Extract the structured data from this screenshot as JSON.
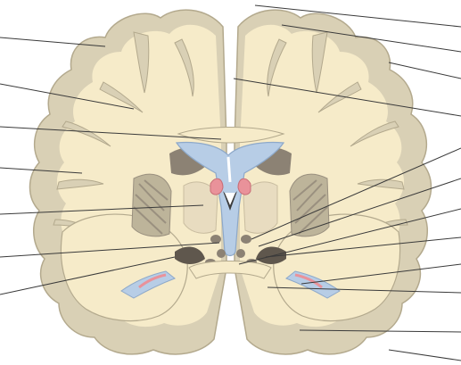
{
  "figure": {
    "type": "coronal-brain-section-diagram",
    "colors": {
      "background": "#ffffff",
      "cortex_gray_matter": "#d9d0b5",
      "cortex_outline": "#b3a98d",
      "white_matter": "#f6ebc9",
      "ventricles": "#b7cde6",
      "ventricle_outline": "#8ea9c9",
      "deep_gray_nuclei": "#bdb49a",
      "dark_nuclei": "#8c8274",
      "internal_capsule_stripes": "#9a907f",
      "choroid_plexus": "#e9929a",
      "pointer_lines": "#3a3a3a"
    },
    "left_pointer_count": 7,
    "right_pointer_count": 11,
    "labels": []
  }
}
